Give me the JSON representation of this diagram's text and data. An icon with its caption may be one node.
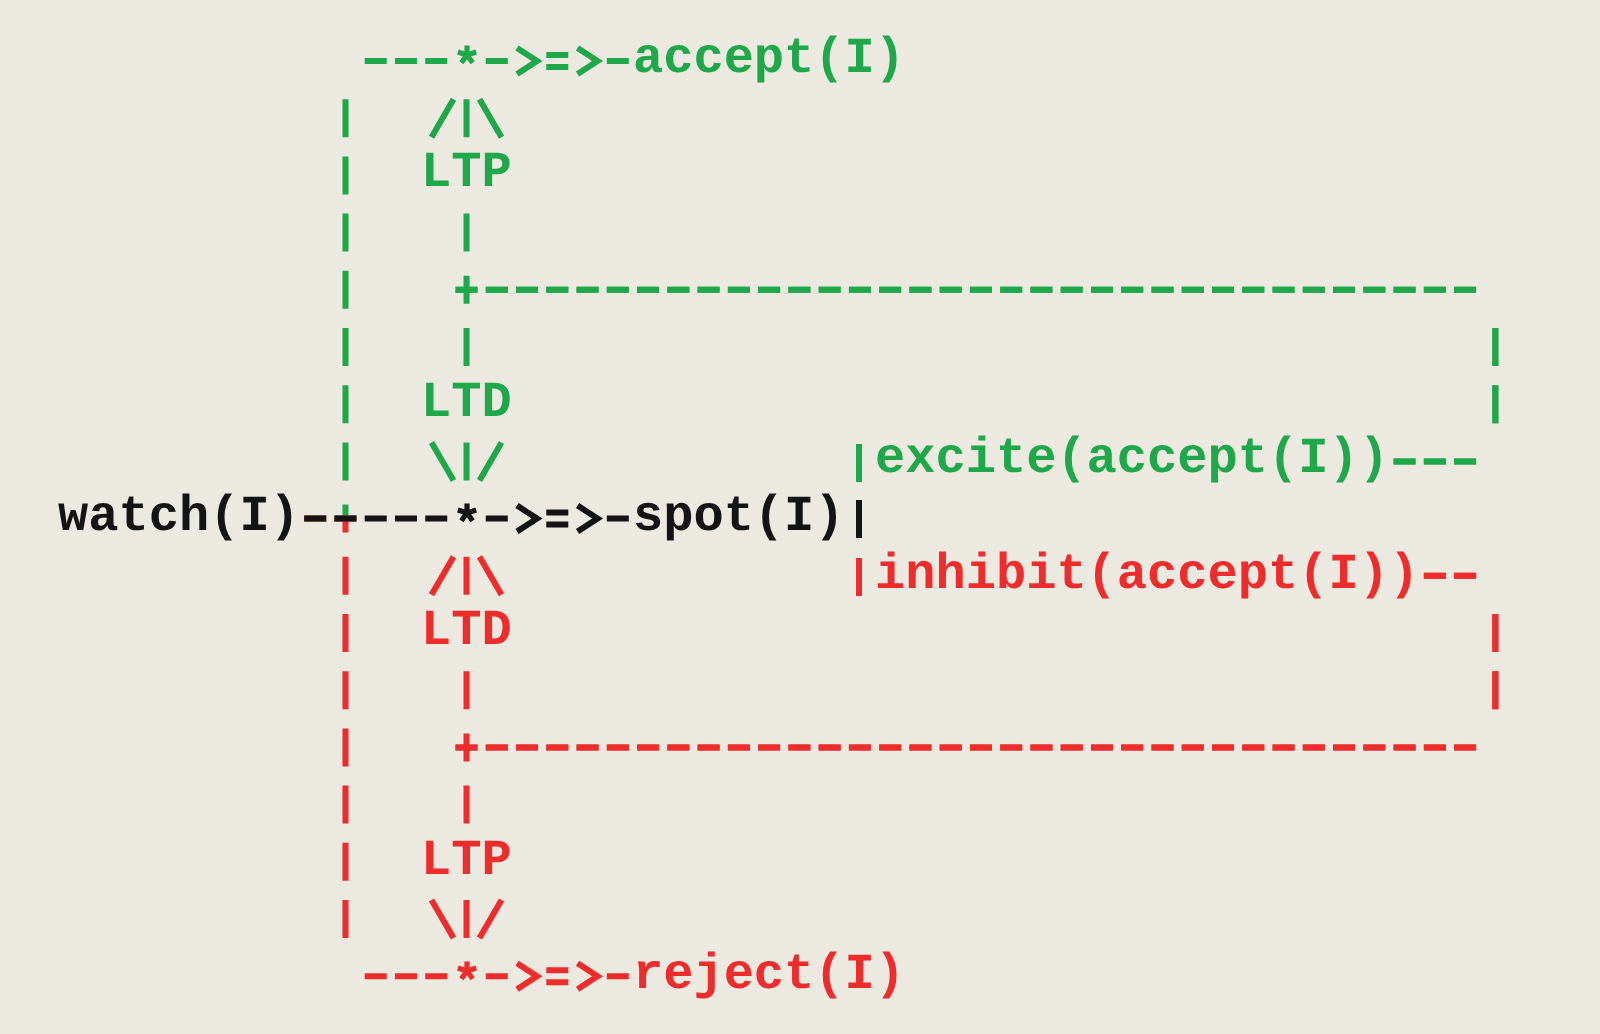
{
  "diagram": {
    "nodes": [
      {
        "text": [],
        "shape": "asterisk"
      },
      {
        "text": [
          "accept(I)"
        ]
      },
      {
        "text": [
          "LTP"
        ]
      },
      {
        "text": [
          "LTD"
        ]
      },
      {
        "text": [
          "excite(accept(I))"
        ]
      },
      {
        "text": [
          "watch(I)"
        ]
      },
      {
        "text": [],
        "shape": "asterisk"
      },
      {
        "text": [
          "spot(I)"
        ]
      },
      {
        "text": [
          "inhibit(accept(I))"
        ]
      },
      {
        "text": [
          "LTD"
        ]
      },
      {
        "text": [
          "LTP"
        ]
      },
      {
        "text": [],
        "shape": "asterisk"
      },
      {
        "text": [
          "reject(I)"
        ]
      }
    ],
    "edges": [
      {
        "from": 5,
        "to": 0,
        "arrow": "none",
        "color": "#1fa84a"
      },
      {
        "from": 0,
        "to": 1,
        "arrow": "to",
        "color": "#1fa84a"
      },
      {
        "from": 2,
        "to": 0,
        "arrow": "to",
        "color": "#1fa84a"
      },
      {
        "from": 4,
        "to": 2,
        "arrow": "none",
        "color": "#1fa84a"
      },
      {
        "from": 4,
        "to": 3,
        "arrow": "none",
        "color": "#1fa84a"
      },
      {
        "from": 3,
        "to": 6,
        "arrow": "to",
        "color": "#1fa84a"
      },
      {
        "from": 5,
        "to": 6,
        "arrow": "none",
        "color": "#141414"
      },
      {
        "from": 6,
        "to": 7,
        "arrow": "to",
        "color": "#141414"
      },
      {
        "from": 9,
        "to": 6,
        "arrow": "to",
        "color": "#ee2c2c"
      },
      {
        "from": 8,
        "to": 9,
        "arrow": "none",
        "color": "#ee2c2c"
      },
      {
        "from": 8,
        "to": 10,
        "arrow": "none",
        "color": "#ee2c2c"
      },
      {
        "from": 10,
        "to": 11,
        "arrow": "to",
        "color": "#ee2c2c"
      },
      {
        "from": 5,
        "to": 11,
        "arrow": "none",
        "color": "#ee2c2c"
      },
      {
        "from": 11,
        "to": 12,
        "arrow": "to",
        "color": "#ee2c2c"
      }
    ]
  }
}
